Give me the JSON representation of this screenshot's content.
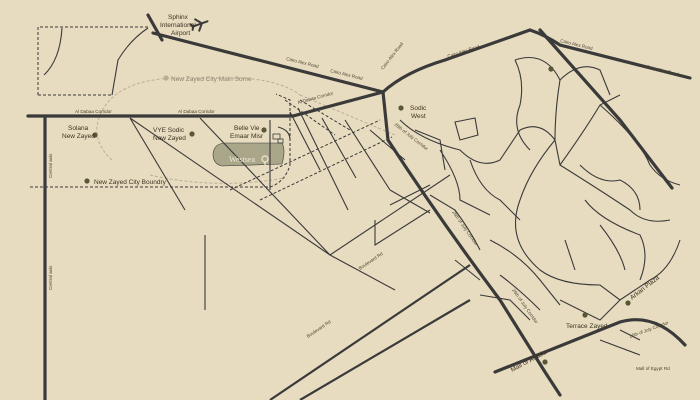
{
  "colors": {
    "background": "#e8dcc0",
    "road": "#3a3a3a",
    "marker": "#5a5638",
    "lake": "#a9a68a"
  },
  "labels": {
    "airport_line1": "Sphinx",
    "airport_line2": "International",
    "airport_line3": "Airport",
    "new_zayed_main": "New Zayed City Main Some",
    "sodic_west_line1": "Sodic",
    "sodic_west_line2": "West",
    "solana_line1": "Solana",
    "solana_line2": "New Zayed",
    "vye_line1": "VYE Sodic",
    "vye_line2": "New Zayed",
    "belle_vie_line1": "Belle Vie",
    "belle_vie_line2": "Emaar Misr",
    "westsea": "Westsea",
    "boundary": "New Zayed City Boundry",
    "terrace": "Terrace Zayed",
    "arkan": "Arkan Plaza",
    "mall": "Mall of Arabia"
  },
  "road_labels": {
    "cairo_alex_1": "Cairo Alex Road",
    "cairo_alex_2": "Cairo Alex Road",
    "cairo_alex_3": "Cairo Alex Road",
    "cairo_alex_4": "Cairo Alex Road",
    "cairo_alex_5": "Cairo Alex Road",
    "dabaa_1": "Al Dabaa Corridor",
    "dabaa_2": "Al Dabaa Corridor",
    "dabaa_3": "Al Dabaa Corridor",
    "central_1": "Central axis",
    "central_2": "Central axis",
    "ring": "26th of July Corridor",
    "boulevard": "Boulevard Rd",
    "mall_egypt": "Mall of Egypt Rd",
    "july_corridor": "26th of July Corridor"
  },
  "icons": {
    "airport": "airplane-icon",
    "marker": "location-dot-icon",
    "pin": "map-pin-icon"
  }
}
